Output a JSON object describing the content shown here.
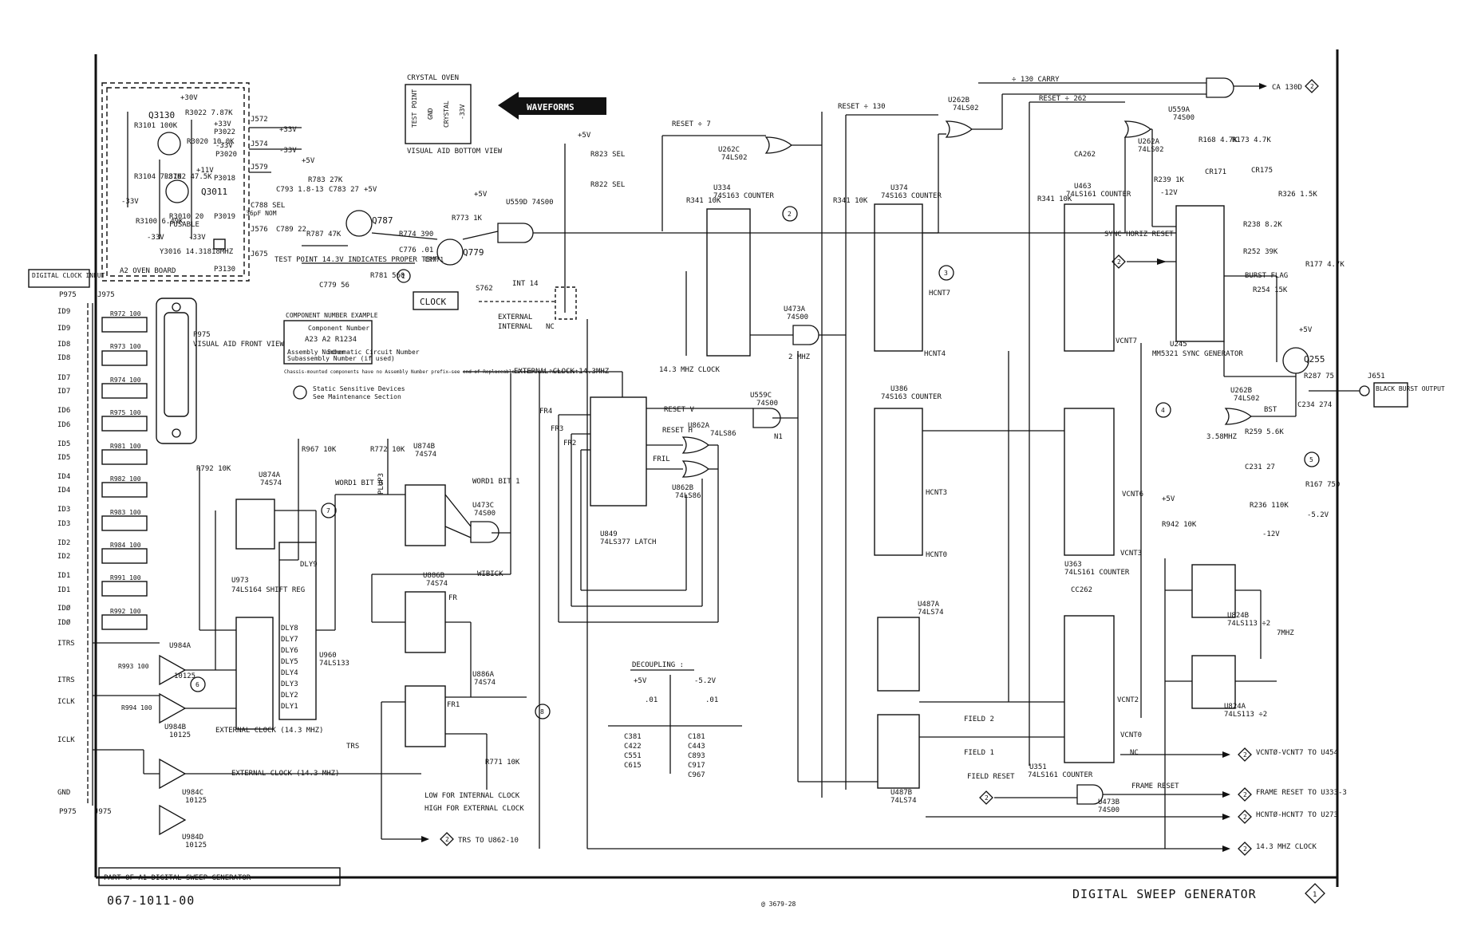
{
  "document": {
    "part_number": "067-1011-00",
    "title": "DIGITAL SWEEP GENERATOR",
    "page_badge": "1",
    "drawing_number": "@ 3679-28",
    "part_of": "PART OF A1 DIGITAL SWEEP GENERATOR"
  },
  "oven_board": {
    "label": "A2 OVEN BOARD",
    "parts": [
      "+30V",
      "Q3130",
      "R3022 7.87K",
      "R3101 100K",
      "+33V",
      "P3022",
      "R3020 10.0K",
      "-33V",
      "P3020",
      "R3104 7.87K",
      "R3102 47.5K",
      "+11V",
      "P3018",
      "Q3011",
      "-33V",
      "R3100 6.49K",
      "R3010 20",
      "FUSABLE",
      "P3019",
      "-33V",
      "-33V",
      "Y3016 14.31818MHZ",
      "P3130"
    ],
    "jacks": [
      "J572",
      "+33V",
      "J574",
      "-33V",
      "J579",
      "J576",
      "J675"
    ]
  },
  "crystal_oven": {
    "title": "CRYSTAL OVEN",
    "pins": [
      "TEST POINT",
      "GND",
      "CRYSTAL",
      "-33V"
    ],
    "caption": "VISUAL AID BOTTOM VIEW"
  },
  "waveforms_label": "WAVEFORMS",
  "digital_clock_input": {
    "header": "DIGITAL CLOCK INPUT",
    "connector": "P975",
    "jack": "J975",
    "inputs": [
      "ID9",
      "ID9",
      "ID8",
      "ID8",
      "ID7",
      "ID7",
      "ID6",
      "ID6",
      "ID5",
      "ID5",
      "ID4",
      "ID4",
      "ID3",
      "ID3",
      "ID2",
      "ID2",
      "ID1",
      "ID1",
      "IDØ",
      "IDØ",
      "ITRS",
      "ITRS",
      "ICLK",
      "ICLK",
      "GND"
    ],
    "resistors": [
      "R972 100",
      "R973 100",
      "R974 100",
      "R975 100",
      "R981 100",
      "R982 100",
      "R983 100",
      "R984 100",
      "R991 100",
      "R992 100",
      "R993 100",
      "R994 100"
    ]
  },
  "p975_view": {
    "label": "P975",
    "caption": "VISUAL AID FRONT VIEW"
  },
  "component_example": {
    "title": "COMPONENT NUMBER EXAMPLE",
    "subtitle": "Component Number",
    "example": "A23 A2 R1234",
    "parts": [
      "Assembly Number",
      "Subassembly Number (if used)",
      "Schematic Circuit Number"
    ],
    "note": "Chassis-mounted components have no Assembly Number prefix—see end of Replaceable Electrical Parts List.",
    "static_title": "Static Sensitive Devices",
    "static_note": "See Maintenance Section"
  },
  "oscillator": {
    "labels": [
      "C793 1.8-13",
      "C783 27",
      "C788 SEL",
      "36pF NOM",
      "C789 22",
      "R787 47K",
      "R783 27K",
      "+5V",
      "+5V",
      "Q787",
      "R774 390",
      "C776 .01",
      "R773 1K",
      "Q779",
      "CR771",
      "R781 560",
      "C779 56",
      "TEST POINT 14.3V INDICATES PROPER TEMP",
      "+5V",
      "U559D 74S00",
      "R823 SEL",
      "R822 SEL",
      "+5V"
    ],
    "clock_box": "CLOCK",
    "switch": "S762",
    "switch_labels": [
      "INT 14",
      "EXTERNAL",
      "INTERNAL",
      "NC"
    ]
  },
  "chips": [
    {
      "ref": "U874A",
      "type": "74S74"
    },
    {
      "ref": "U874B",
      "type": "74S74"
    },
    {
      "ref": "U973",
      "type": "74LS164 SHIFT REG"
    },
    {
      "ref": "U960",
      "type": "74LS133"
    },
    {
      "ref": "U886B",
      "type": "74S74"
    },
    {
      "ref": "U886A",
      "type": "74S74"
    },
    {
      "ref": "U473C",
      "type": "74S00"
    },
    {
      "ref": "U984A",
      "type": "10125"
    },
    {
      "ref": "U984B",
      "type": "10125"
    },
    {
      "ref": "U984C",
      "type": "10125"
    },
    {
      "ref": "U984D",
      "type": "10125"
    },
    {
      "ref": "U849",
      "type": "74LS377 LATCH"
    },
    {
      "ref": "U862A",
      "type": "74LS86"
    },
    {
      "ref": "U862B",
      "type": "74LS86"
    },
    {
      "ref": "U559C",
      "type": "74S00"
    },
    {
      "ref": "U262C",
      "type": "74LS02"
    },
    {
      "ref": "U334",
      "type": "74S163 COUNTER"
    },
    {
      "ref": "U473A",
      "type": "74S00"
    },
    {
      "ref": "U374",
      "type": "74S163 COUNTER"
    },
    {
      "ref": "U386",
      "type": "74S163 COUNTER"
    },
    {
      "ref": "U487A",
      "type": "74LS74"
    },
    {
      "ref": "U487B",
      "type": "74LS74"
    },
    {
      "ref": "U262B",
      "type": "74LS02"
    },
    {
      "ref": "U463",
      "type": "74LS161 COUNTER"
    },
    {
      "ref": "U363",
      "type": "74LS161 COUNTER"
    },
    {
      "ref": "U351",
      "type": "74LS161 COUNTER"
    },
    {
      "ref": "U473B",
      "type": "74S00"
    },
    {
      "ref": "U559A",
      "type": "74S00"
    },
    {
      "ref": "U262A",
      "type": "74LS02"
    },
    {
      "ref": "U245",
      "type": "MM5321 SYNC GENERATOR"
    },
    {
      "ref": "U262B",
      "type": "74LS02"
    },
    {
      "ref": "U824B",
      "type": "74LS113 ÷2"
    },
    {
      "ref": "U824A",
      "type": "74LS113 ÷2"
    },
    {
      "ref": "Q255",
      "type": ""
    }
  ],
  "signals": [
    "RESET ÷ 7",
    "RESET ÷ 130",
    "÷ 130 CARRY",
    "RESET ÷ 262",
    "CA262",
    "14.3 MHZ CLOCK",
    "EXTERNAL CLOCK 14.3MHZ",
    "EXTERNAL CLOCK (14.3 MHZ)",
    "EXTERNAL CLOCK (14.3 MHZ)",
    "TRS",
    "WORD1 BIT 0",
    "WORD1 BIT 1",
    "WIBICK",
    "RESET V",
    "RESET H",
    "FRIL",
    "FR4",
    "FR3",
    "FR2",
    "FR1",
    "FR",
    "2 MHZ",
    "HCNT7",
    "HCNT4",
    "HCNT3",
    "HCNT0",
    "VCNT7",
    "VCNT6",
    "VCNT3",
    "VCNT2",
    "VCNT0",
    "CC262",
    "FIELD 2",
    "FIELD 1",
    "SYNC HORIZ RESET",
    "BURST FLAG",
    "3.58MHZ",
    "7MHZ",
    "BST",
    "NC",
    "N1",
    "PLUP3",
    "DLY9",
    "DLY8",
    "DLY7",
    "DLY6",
    "DLY5",
    "DLY4",
    "DLY3",
    "DLY2",
    "DLY1",
    "LOW FOR INTERNAL CLOCK",
    "HIGH FOR EXTERNAL CLOCK"
  ],
  "passives": [
    "R792 10K",
    "R967 10K",
    "R772 10K",
    "R771 10K",
    "R341 10K",
    "R341 10K",
    "R341 10K",
    "R942 10K",
    "R239 1K",
    "R168 4.7K",
    "R173 4.7K",
    "CR171",
    "CR175",
    "R238 8.2K",
    "R326 1.5K",
    "R252 39K",
    "R177 4.7K",
    "R254 15K",
    "R287 75",
    "C234 274",
    "R259 5.6K",
    "C231 27",
    "R236 110K",
    "R167 750",
    "J651",
    "-12V",
    "-12V",
    "-5.2V",
    "+5V",
    "+5V"
  ],
  "decoupling": {
    "title": "DECOUPLING :",
    "supplies": [
      "+5V",
      "-5.2V"
    ],
    "cap_values": [
      ".01",
      ".01"
    ],
    "left_caps": [
      "C381",
      "C422",
      "C551",
      "C615"
    ],
    "right_caps": [
      "C181",
      "C443",
      "C893",
      "C917",
      "C967"
    ]
  },
  "outputs": [
    {
      "badge": "2",
      "label": "CA 130D"
    },
    {
      "badge": "2",
      "label": "VCNTØ-VCNT7 TO U454"
    },
    {
      "badge": "2",
      "label": "FRAME RESET TO U333-3"
    },
    {
      "badge": "2",
      "label": "HCNTØ-HCNT7 TO U273"
    },
    {
      "badge": "2",
      "label": "14.3 MHZ CLOCK"
    },
    {
      "badge": "2",
      "label": "TRS TO U862-10"
    },
    {
      "badge": "",
      "label": "BLACK BURST OUTPUT"
    }
  ],
  "inputs_badged": [
    {
      "badge": "2",
      "label": "SYNC HORIZ RESET"
    },
    {
      "badge": "2",
      "label": "FIELD RESET"
    }
  ],
  "frame_reset_label": "FRAME RESET",
  "waveform_refs": [
    "1",
    "2",
    "3",
    "4",
    "5",
    "6",
    "7",
    "8"
  ]
}
